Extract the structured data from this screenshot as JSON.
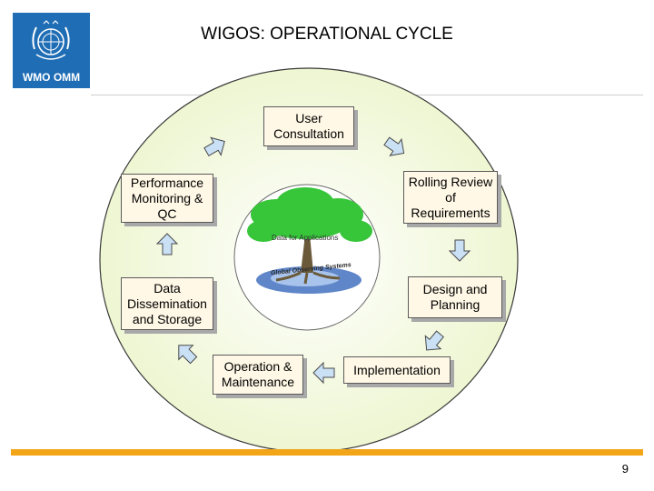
{
  "logo": {
    "text": "WMO OMM"
  },
  "title": "WIGOS: OPERATIONAL CYCLE",
  "center": {
    "tree_label": "Data for Applications",
    "roots_label": "Global Observing Systems"
  },
  "steps": [
    {
      "id": "user-consultation",
      "label": "User Consultation"
    },
    {
      "id": "rolling-review",
      "label": "Rolling Review of Requirements"
    },
    {
      "id": "design-planning",
      "label": "Design and Planning"
    },
    {
      "id": "implementation",
      "label": "Implementation"
    },
    {
      "id": "operation-maintenance",
      "label": "Operation & Maintenance"
    },
    {
      "id": "data-dissemination",
      "label": "Data Dissemination and Storage"
    },
    {
      "id": "performance-monitoring",
      "label": "Performance Monitoring & QC"
    }
  ],
  "page_number": "9",
  "colors": {
    "logo_bg": "#1f6db5",
    "outer_circle": "#f4f9df",
    "boxes": "#fff8e6",
    "arrows": "#c9e0f5",
    "footer_rule": "#f2a516"
  }
}
